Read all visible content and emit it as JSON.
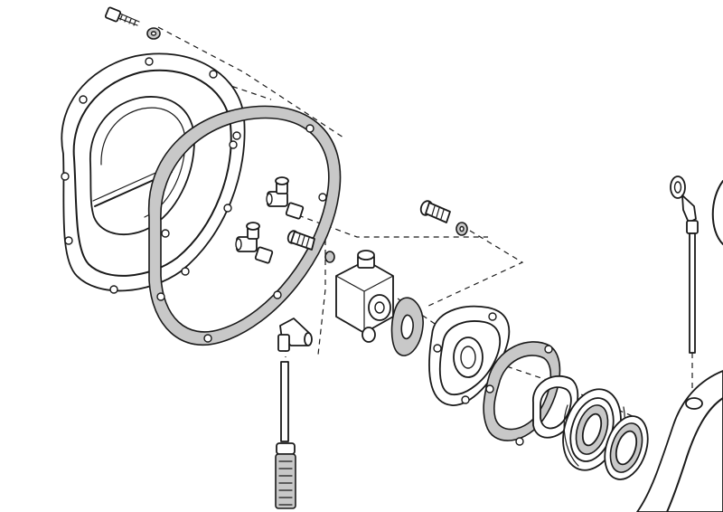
{
  "diagram": {
    "type": "exploded-view-line-art",
    "labels": [],
    "parts": [
      "cover-screw",
      "cover-lock-washer",
      "cover-plate",
      "cover-gasket",
      "tee-fitting-upper",
      "tee-fitting-lower",
      "mounting-screw",
      "valve-block",
      "valve-gasket",
      "elbow-fitting",
      "suction-tube",
      "inlet-strainer",
      "bearing-housing",
      "housing-screw",
      "housing-lock-washer",
      "housing-gasket",
      "wave-spring",
      "ball-bearing",
      "shaft-seal",
      "dipstick",
      "main-housing"
    ],
    "colors": {
      "line": "#1a1a1a",
      "fill": "#ffffff",
      "gasket": "#c8c8c8",
      "background": "#ffffff"
    }
  }
}
